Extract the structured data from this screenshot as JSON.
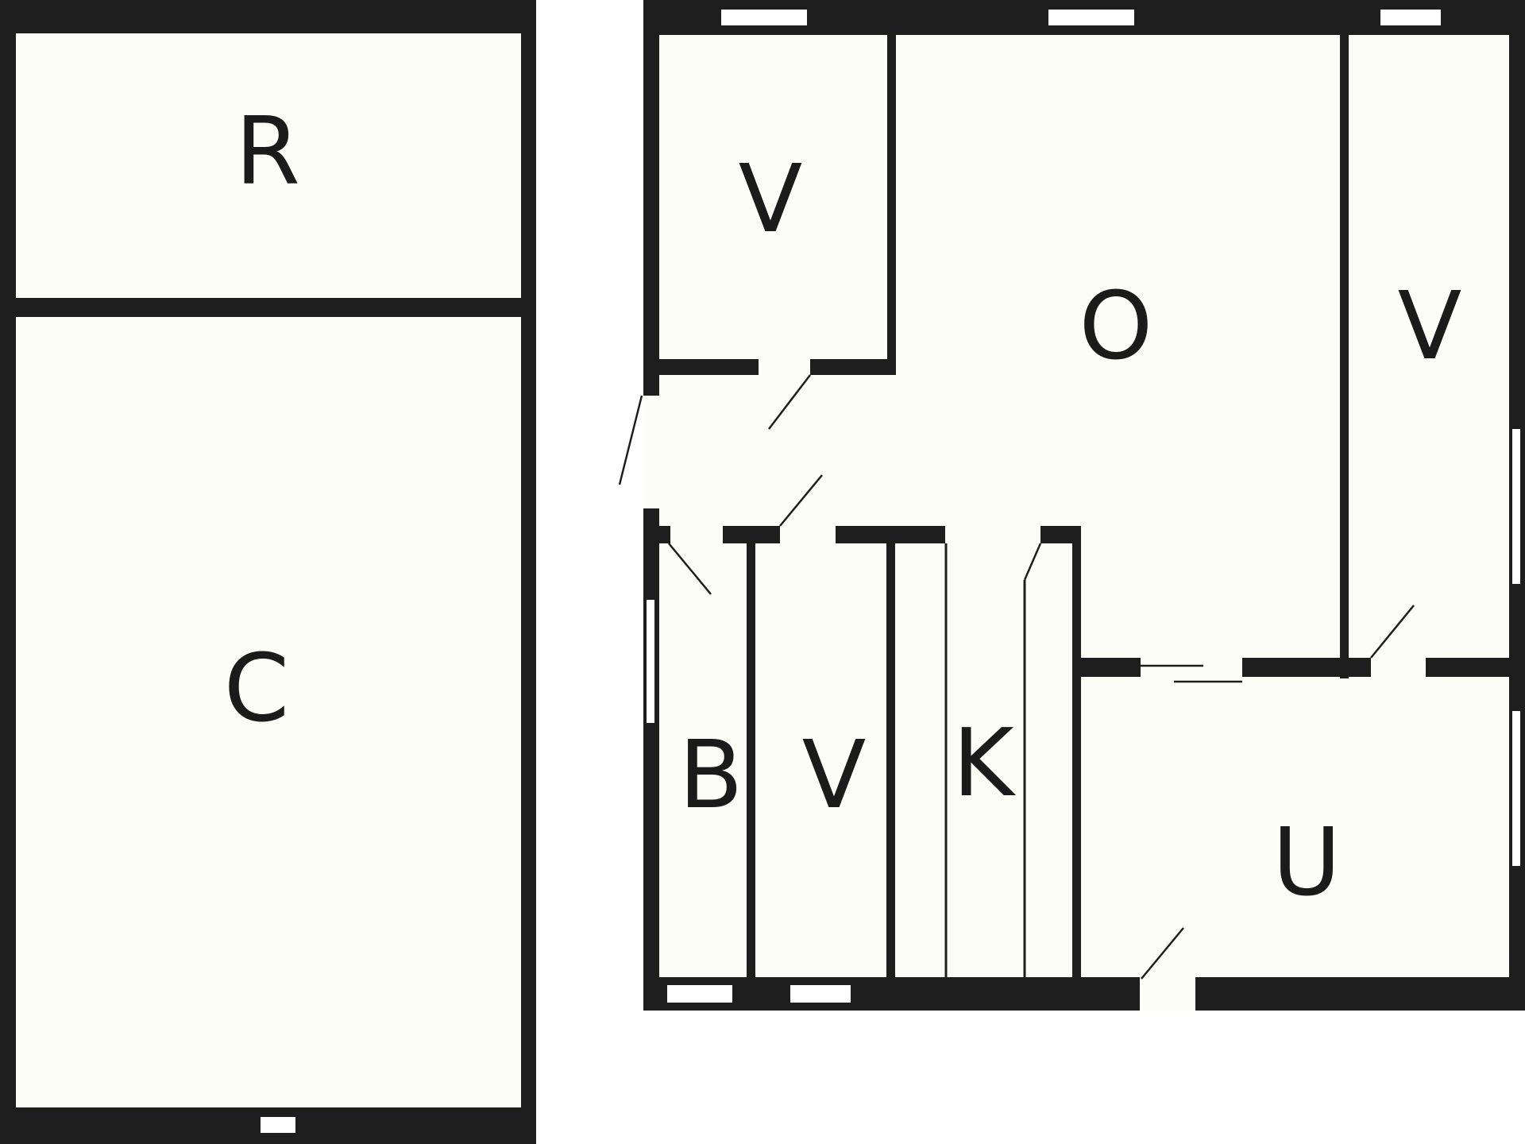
{
  "plan": {
    "colors": {
      "wall": "#1e1e1e",
      "floor": "#fdfdf7",
      "background": "#ffffff",
      "window": "#ffffff"
    },
    "left_building": {
      "rooms": [
        {
          "id": "R",
          "label": "R"
        },
        {
          "id": "C",
          "label": "C"
        }
      ]
    },
    "right_building": {
      "rooms": [
        {
          "id": "V-top-left",
          "label": "V"
        },
        {
          "id": "O",
          "label": "O"
        },
        {
          "id": "V-right",
          "label": "V"
        },
        {
          "id": "B",
          "label": "B"
        },
        {
          "id": "V-bottom",
          "label": "V"
        },
        {
          "id": "K",
          "label": "K"
        },
        {
          "id": "U",
          "label": "U"
        }
      ]
    }
  }
}
